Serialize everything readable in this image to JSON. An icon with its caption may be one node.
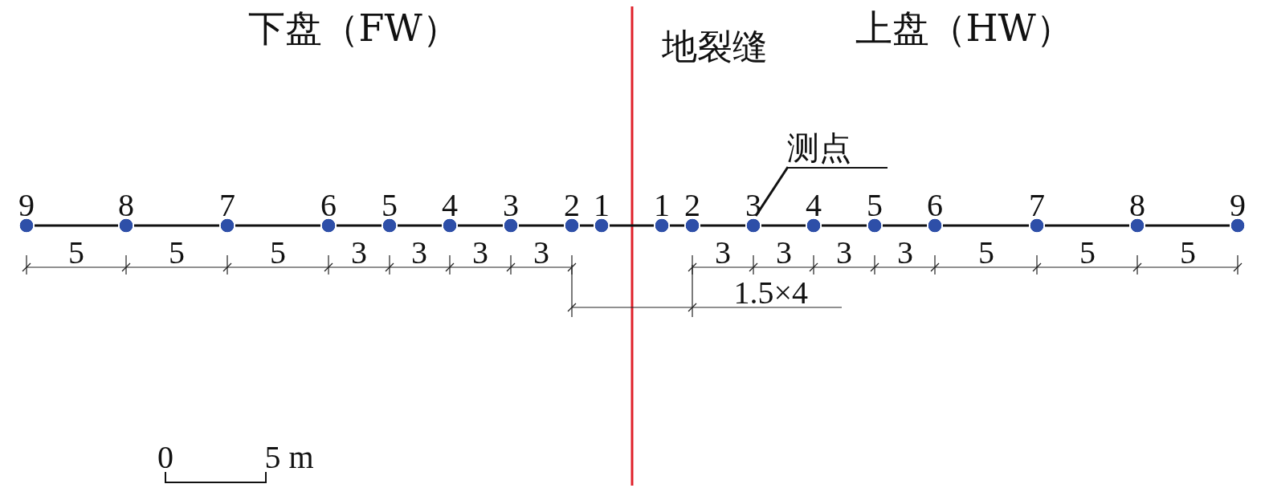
{
  "diagram": {
    "nodes": [
      {
        "text": [
          "9"
        ]
      },
      {
        "text": [
          "8"
        ]
      },
      {
        "text": [
          "7"
        ]
      },
      {
        "text": [
          "6"
        ]
      },
      {
        "text": [
          "5"
        ]
      },
      {
        "text": [
          "4"
        ]
      },
      {
        "text": [
          "3"
        ]
      },
      {
        "text": [
          "2"
        ]
      },
      {
        "text": [
          "1"
        ]
      },
      {
        "text": [
          "1"
        ]
      },
      {
        "text": [
          "2"
        ]
      },
      {
        "text": [
          "3"
        ]
      },
      {
        "text": [
          "4"
        ]
      },
      {
        "text": [
          "5"
        ]
      },
      {
        "text": [
          "6"
        ]
      },
      {
        "text": [
          "7"
        ]
      },
      {
        "text": [
          "8"
        ]
      },
      {
        "text": [
          "9"
        ]
      },
      {
        "text": [
          "测点"
        ]
      }
    ],
    "edges": [
      {
        "from": 0,
        "to": 1,
        "arrow": "none"
      },
      {
        "from": 1,
        "to": 2,
        "arrow": "none"
      },
      {
        "from": 2,
        "to": 3,
        "arrow": "none"
      },
      {
        "from": 3,
        "to": 4,
        "arrow": "none"
      },
      {
        "from": 4,
        "to": 5,
        "arrow": "none"
      },
      {
        "from": 5,
        "to": 6,
        "arrow": "none"
      },
      {
        "from": 6,
        "to": 7,
        "arrow": "none"
      },
      {
        "from": 7,
        "to": 8,
        "arrow": "none"
      },
      {
        "from": 8,
        "to": 9,
        "arrow": "none"
      },
      {
        "from": 9,
        "to": 10,
        "arrow": "none"
      },
      {
        "from": 10,
        "to": 11,
        "arrow": "none"
      },
      {
        "from": 11,
        "to": 12,
        "arrow": "none"
      },
      {
        "from": 12,
        "to": 13,
        "arrow": "none"
      },
      {
        "from": 13,
        "to": 14,
        "arrow": "none"
      },
      {
        "from": 14,
        "to": 15,
        "arrow": "none"
      },
      {
        "from": 15,
        "to": 16,
        "arrow": "none"
      },
      {
        "from": 16,
        "to": 17,
        "arrow": "none"
      },
      {
        "from": 18,
        "to": 11,
        "arrow": "none"
      }
    ],
    "labels": [
      "下盘（FW）",
      "地裂缝",
      "上盘（HW）",
      "5",
      "5",
      "5",
      "3",
      "3",
      "3",
      "3",
      "3",
      "3",
      "3",
      "3",
      "5",
      "5",
      "5",
      "1.5×4",
      "0",
      "5 m"
    ]
  }
}
